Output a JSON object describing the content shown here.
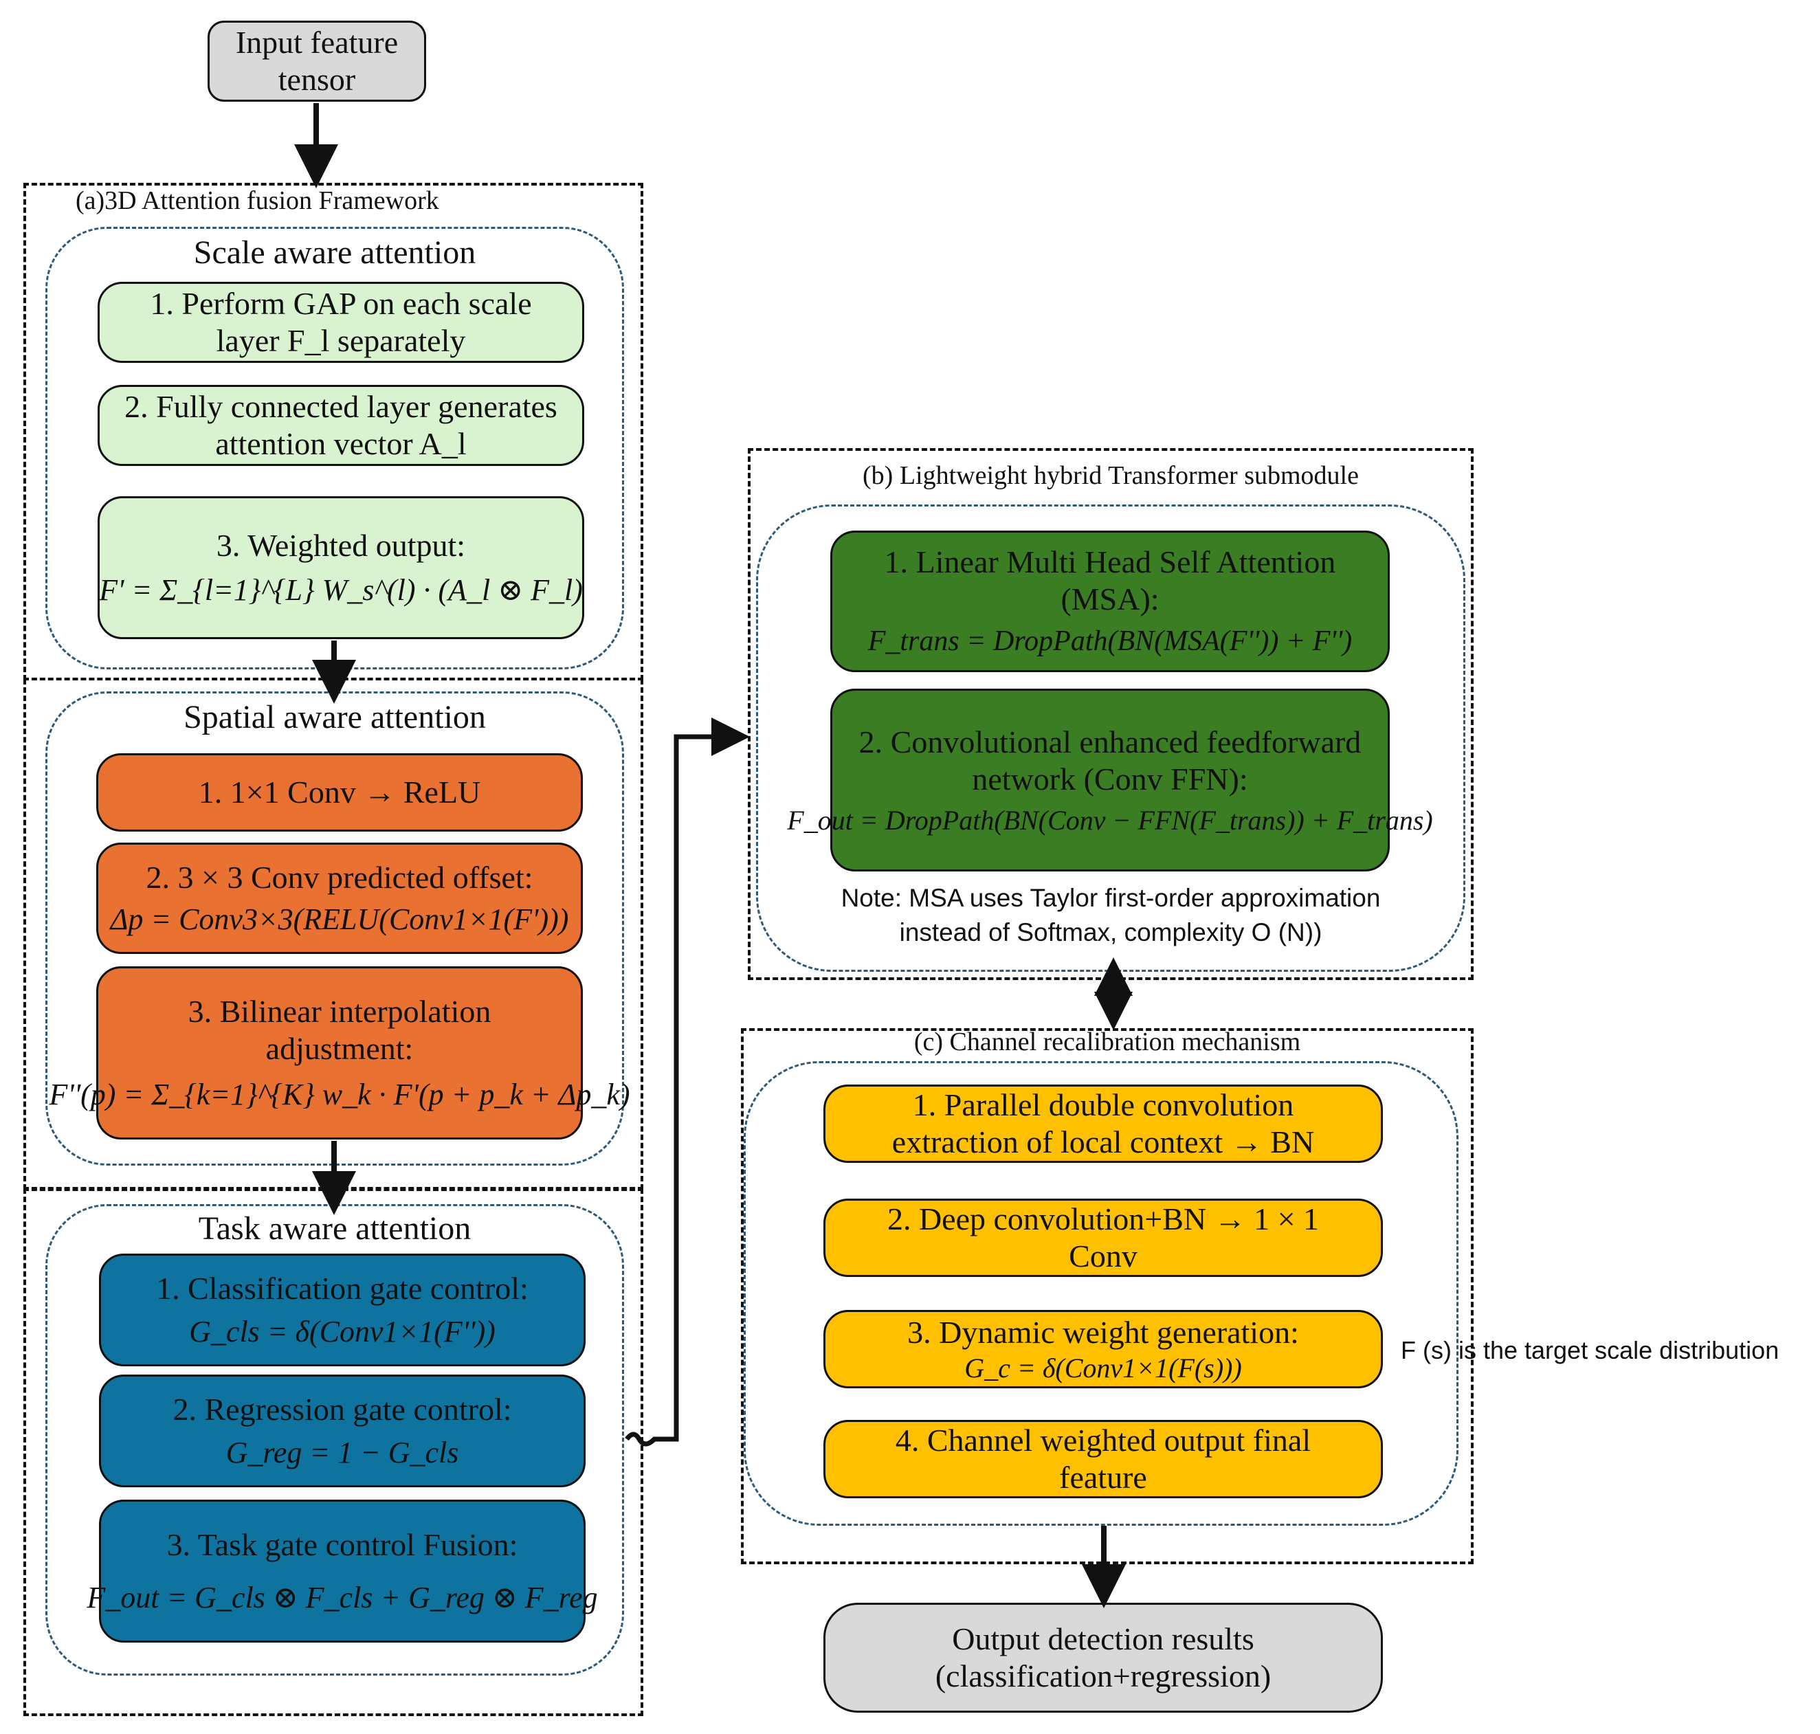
{
  "input": {
    "label": "Input feature tensor"
  },
  "framework_a": {
    "title": "(a)3D Attention fusion Framework",
    "scale": {
      "title": "Scale aware attention",
      "steps": [
        {
          "text": "1. Perform GAP on each scale layer F_l separately"
        },
        {
          "text": "2. Fully connected layer generates attention vector A_l"
        },
        {
          "text": "3. Weighted output:",
          "eq": "F' = Σ_{l=1}^{L} W_s^(l) · (A_l ⊗ F_l)"
        }
      ]
    },
    "spatial": {
      "title": "Spatial aware attention",
      "steps": [
        {
          "text": "1. 1×1 Conv → ReLU"
        },
        {
          "text": "2. 3 × 3 Conv predicted offset:",
          "eq": "Δp = Conv3×3(RELU(Conv1×1(F')))"
        },
        {
          "text": "3. Bilinear interpolation adjustment:",
          "eq": "F''(p) = Σ_{k=1}^{K} w_k · F'(p + p_k + Δp_k)"
        }
      ]
    },
    "task": {
      "title": "Task aware attention",
      "steps": [
        {
          "text": "1. Classification gate control:",
          "eq": "G_cls = δ(Conv1×1(F''))"
        },
        {
          "text": "2. Regression gate control:",
          "eq": "G_reg = 1 − G_cls"
        },
        {
          "text": "3. Task gate control Fusion:",
          "eq": "F_out = G_cls ⊗ F_cls + G_reg ⊗ F_reg"
        }
      ]
    }
  },
  "framework_b": {
    "title": "(b) Lightweight hybrid Transformer submodule",
    "steps": [
      {
        "text": "1. Linear Multi Head Self Attention (MSA):",
        "eq": "F_trans = DropPath(BN(MSA(F'')) + F'')"
      },
      {
        "text": "2. Convolutional enhanced feedforward network (Conv FFN):",
        "eq": "F_out = DropPath(BN(Conv − FFN(F_trans)) + F_trans)"
      }
    ],
    "note": "Note: MSA uses Taylor first-order approximation instead of Softmax, complexity O (N))"
  },
  "framework_c": {
    "title": "(c) Channel recalibration mechanism",
    "steps": [
      {
        "text": "1. Parallel double convolution extraction of local context → BN"
      },
      {
        "text": "2. Deep convolution+BN → 1 × 1 Conv"
      },
      {
        "text": "3. Dynamic weight generation:",
        "eq": "G_c = δ(Conv1×1(F(s)))"
      },
      {
        "text": "4. Channel weighted output final feature"
      }
    ],
    "side_note": "F (s) is the target scale distribution"
  },
  "output": {
    "label": "Output detection results (classification+regression)"
  },
  "colors": {
    "scale": "#d9f2d0",
    "spatial": "#e97132",
    "task": "#0f739f",
    "transformer": "#3a7d22",
    "channel": "#ffc000",
    "io": "#d9d9d9"
  }
}
